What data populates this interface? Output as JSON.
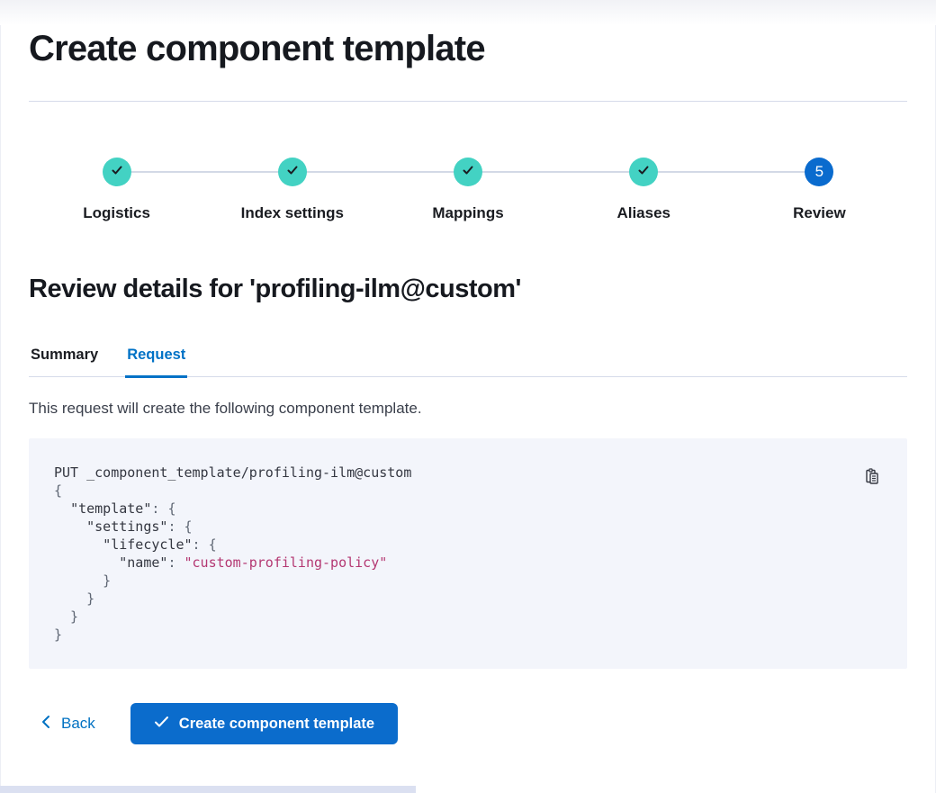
{
  "page": {
    "title": "Create component template"
  },
  "stepper": {
    "steps": [
      {
        "label": "Logistics",
        "status": "complete"
      },
      {
        "label": "Index settings",
        "status": "complete"
      },
      {
        "label": "Mappings",
        "status": "complete"
      },
      {
        "label": "Aliases",
        "status": "complete"
      },
      {
        "label": "Review",
        "status": "current",
        "number": "5"
      }
    ]
  },
  "review": {
    "heading": "Review details for 'profiling-ilm@custom'",
    "tabs": [
      {
        "label": "Summary",
        "active": false
      },
      {
        "label": "Request",
        "active": true
      }
    ],
    "description": "This request will create the following component template."
  },
  "code": {
    "lines": [
      [
        {
          "t": "PUT _component_template/profiling-ilm@custom",
          "c": "plain"
        }
      ],
      [
        {
          "t": "{",
          "c": "punct"
        }
      ],
      [
        {
          "t": "  ",
          "c": "plain"
        },
        {
          "t": "\"template\"",
          "c": "key"
        },
        {
          "t": ": ",
          "c": "punct"
        },
        {
          "t": "{",
          "c": "punct"
        }
      ],
      [
        {
          "t": "    ",
          "c": "plain"
        },
        {
          "t": "\"settings\"",
          "c": "key"
        },
        {
          "t": ": ",
          "c": "punct"
        },
        {
          "t": "{",
          "c": "punct"
        }
      ],
      [
        {
          "t": "      ",
          "c": "plain"
        },
        {
          "t": "\"lifecycle\"",
          "c": "key"
        },
        {
          "t": ": ",
          "c": "punct"
        },
        {
          "t": "{",
          "c": "punct"
        }
      ],
      [
        {
          "t": "        ",
          "c": "plain"
        },
        {
          "t": "\"name\"",
          "c": "key"
        },
        {
          "t": ": ",
          "c": "punct"
        },
        {
          "t": "\"custom-profiling-policy\"",
          "c": "string"
        }
      ],
      [
        {
          "t": "      }",
          "c": "punct"
        }
      ],
      [
        {
          "t": "    }",
          "c": "punct"
        }
      ],
      [
        {
          "t": "  }",
          "c": "punct"
        }
      ],
      [
        {
          "t": "}",
          "c": "punct"
        }
      ]
    ]
  },
  "footer": {
    "back_label": "Back",
    "create_label": "Create component template"
  },
  "icons": {
    "step_complete": "check-icon",
    "copy": "copy-clipboard-icon",
    "back": "chevron-left-icon",
    "create": "check-icon"
  },
  "colors": {
    "step_complete_bg": "#43d2c3",
    "step_current_bg": "#0a6bce",
    "tab_active": "#0072c6",
    "link_blue": "#0071c2",
    "button_bg": "#0b6ccc",
    "code_panel_bg": "#f3f5fb",
    "code_string": "#b43872",
    "text_dark": "#16191f"
  }
}
